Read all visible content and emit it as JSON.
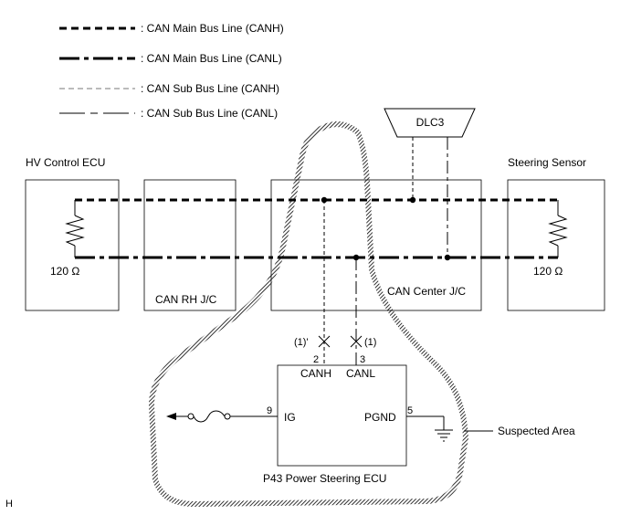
{
  "legend": [
    {
      "label": ": CAN Main Bus Line (CANH)"
    },
    {
      "label": ": CAN Main Bus Line (CANL)"
    },
    {
      "label": ": CAN Sub Bus Line (CANH)"
    },
    {
      "label": ": CAN Sub Bus Line (CANL)"
    }
  ],
  "ecus": {
    "hv": {
      "title": "HV Control ECU",
      "resistor": "120 Ω"
    },
    "rh": {
      "label": "CAN RH J/C"
    },
    "center": {
      "label": "CAN Center J/C"
    },
    "steering": {
      "title": "Steering Sensor",
      "resistor": "120 Ω"
    },
    "dlc": {
      "label": "DLC3"
    }
  },
  "ps_ecu": {
    "name": "P43 Power Steering ECU",
    "pins": {
      "canh": {
        "num": "2",
        "label": "CANH"
      },
      "canl": {
        "num": "3",
        "label": "CANL"
      },
      "ig": {
        "num": "9",
        "label": "IG"
      },
      "pgnd": {
        "num": "5",
        "label": "PGND"
      }
    },
    "break_marks": {
      "canh": "(1)'",
      "canl": "(1)"
    }
  },
  "suspected_area": "Suspected Area",
  "corner_mark": "H"
}
